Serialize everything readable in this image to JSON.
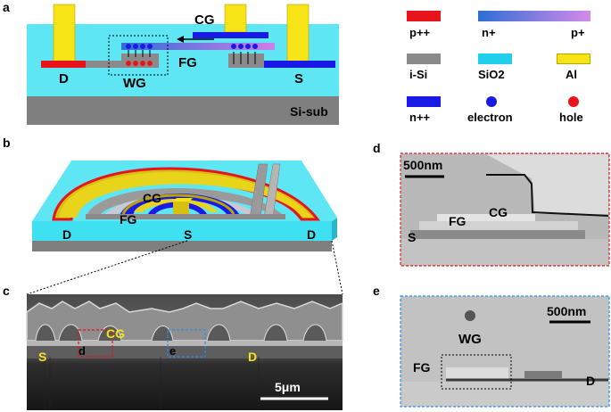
{
  "panels": {
    "a": {
      "letter": "a",
      "labels": {
        "cg": "CG",
        "fg": "FG",
        "d": "D",
        "wg": "WG",
        "s": "S",
        "substrate": "Si-sub"
      }
    },
    "b": {
      "letter": "b",
      "labels": {
        "cg": "CG",
        "fg": "FG",
        "d_left": "D",
        "s": "S",
        "d_right": "D"
      }
    },
    "c": {
      "letter": "c",
      "labels": {
        "cg": "CG",
        "s": "S",
        "d_box": "d",
        "e_box": "e",
        "d": "D"
      },
      "scalebar": "5μm"
    },
    "d": {
      "letter": "d",
      "labels": {
        "fg": "FG",
        "cg": "CG",
        "s": "S"
      },
      "scalebar": "500nm"
    },
    "e": {
      "letter": "e",
      "labels": {
        "wg": "WG",
        "fg": "FG",
        "d": "D"
      },
      "scalebar": "500nm"
    }
  },
  "legend": [
    {
      "label": "p++",
      "color": "#e8141b"
    },
    {
      "label": "n+",
      "color": "#2d6fd6"
    },
    {
      "label": "p+",
      "color": "#cf7ee8"
    },
    {
      "label": "i-Si",
      "color": "#8a8a8a"
    },
    {
      "label": "SiO2",
      "color": "#21cfea"
    },
    {
      "label": "Al",
      "color": "#f6e417"
    },
    {
      "label": "n++",
      "color": "#1a1ae6"
    },
    {
      "label": "electron",
      "color": "#1a1ae6"
    },
    {
      "label": "hole",
      "color": "#e8141b"
    }
  ]
}
